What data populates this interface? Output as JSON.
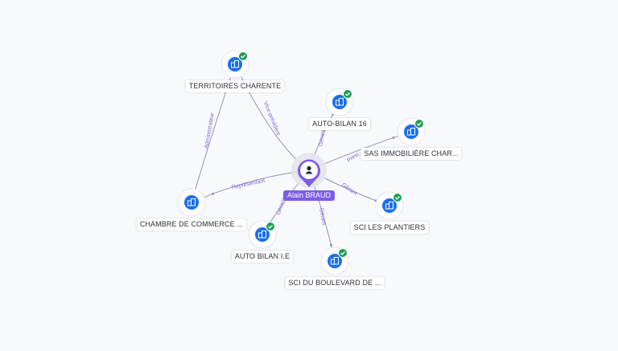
{
  "colors": {
    "edge": "#8f94b8",
    "edge_label": "#7c6ad6",
    "company_icon": "#1a6ff0",
    "check_badge": "#1f9d55",
    "person": "#7c5ce8"
  },
  "center": {
    "name": "Alain BRAUD",
    "icon": "user-icon"
  },
  "companies": [
    {
      "id": "territoires",
      "label": "TERRITOIRES CHARENTE",
      "verified": true,
      "icon": "company-building-icon"
    },
    {
      "id": "autobilan16",
      "label": "AUTO-BILAN 16",
      "verified": true,
      "icon": "company-building-icon"
    },
    {
      "id": "sas",
      "label": "SAS IMMOBILIÈRE CHAR...",
      "verified": true,
      "icon": "company-building-icon"
    },
    {
      "id": "chambre",
      "label": "CHAMBRE DE COMMERCE ...",
      "verified": false,
      "icon": "company-building-icon"
    },
    {
      "id": "plantiers",
      "label": "SCI LES PLANTIERS",
      "verified": true,
      "icon": "company-building-icon"
    },
    {
      "id": "autobilanie",
      "label": "AUTO BILAN I.E",
      "verified": true,
      "icon": "company-building-icon"
    },
    {
      "id": "boulevard",
      "label": "SCI DU BOULEVARD DE ...",
      "verified": true,
      "icon": "company-building-icon"
    }
  ],
  "edges": [
    {
      "from": "center",
      "to": "territoires",
      "label": "Vice-président"
    },
    {
      "from": "center",
      "to": "autobilan16",
      "label": "Gérant"
    },
    {
      "from": "center",
      "to": "sas",
      "label": "Prési..."
    },
    {
      "from": "center",
      "to": "chambre",
      "label": "Représentant"
    },
    {
      "from": "center",
      "to": "plantiers",
      "label": "Gérant"
    },
    {
      "from": "center",
      "to": "autobilanie",
      "label": "Gérant"
    },
    {
      "from": "center",
      "to": "boulevard",
      "label": "Gérant"
    },
    {
      "from": "chambre",
      "to": "territoires",
      "label": "Administrateur"
    }
  ]
}
